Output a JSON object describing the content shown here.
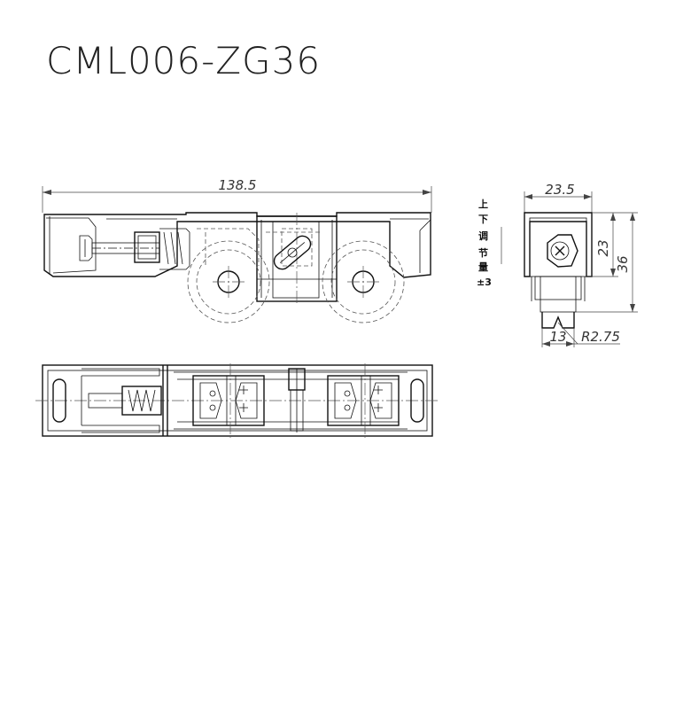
{
  "title": "CML006-ZG36",
  "dimensions": {
    "overall_length": "138.5",
    "width": "23.5",
    "height_inner": "23",
    "height_total": "36",
    "wheel_width": "13",
    "groove_radius": "R2.75"
  },
  "note": {
    "chars": [
      "上",
      "下",
      "调",
      "节",
      "量",
      "±3"
    ]
  }
}
